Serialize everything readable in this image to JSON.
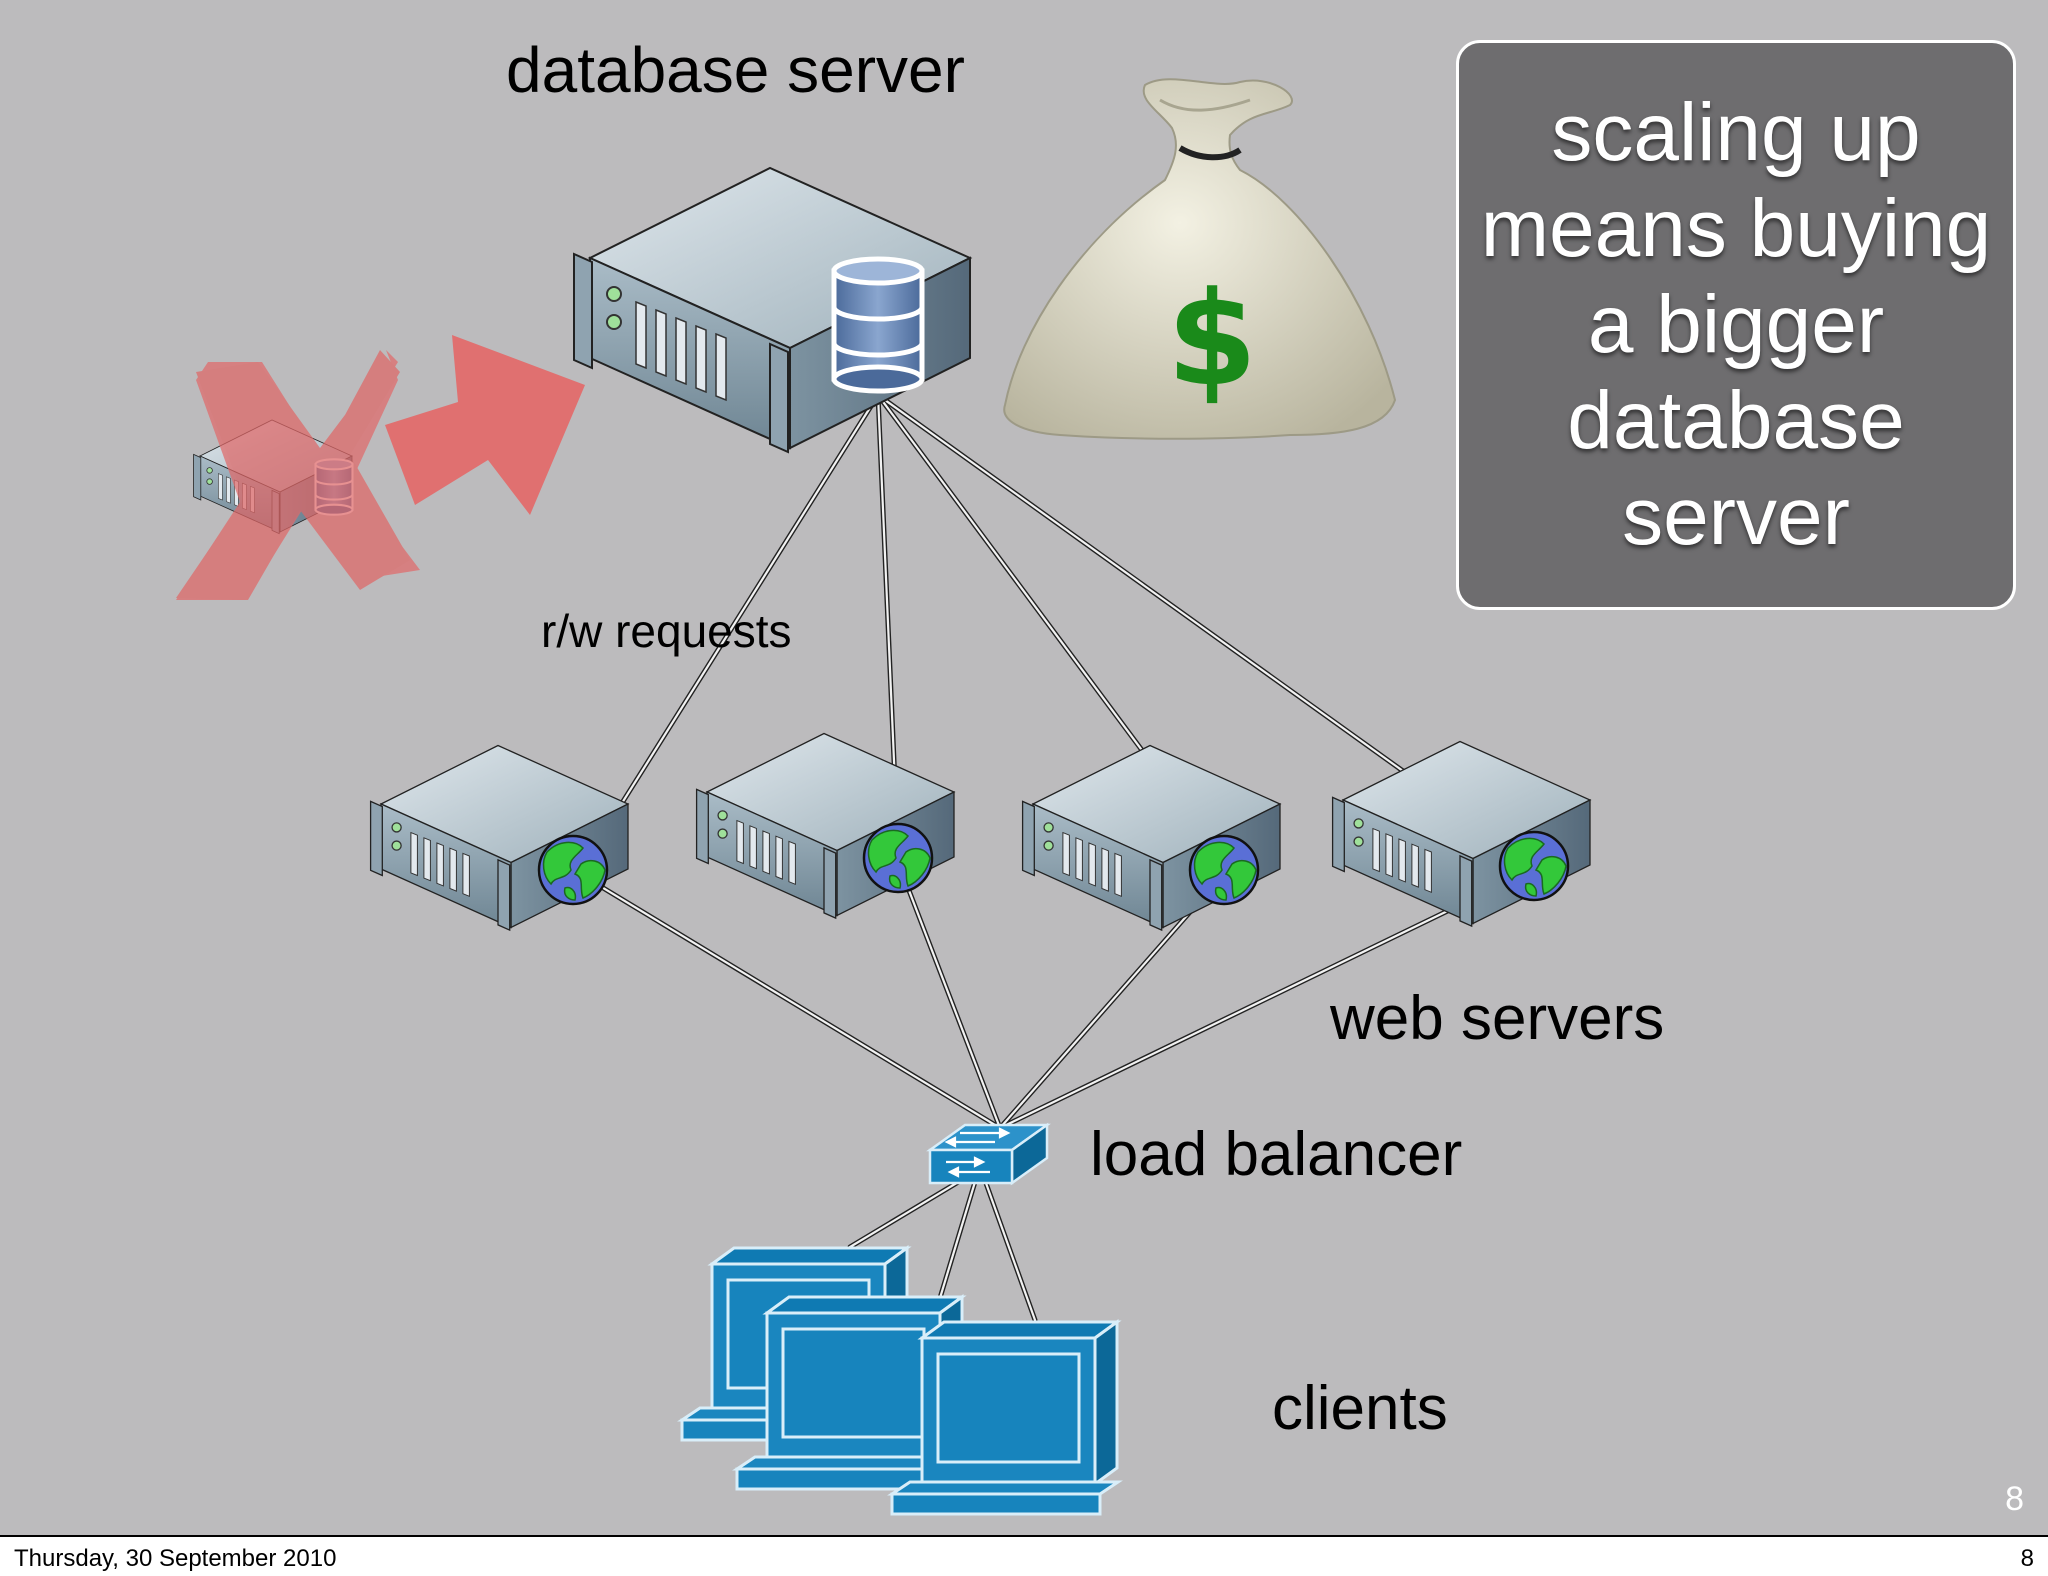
{
  "slide": {
    "labels": {
      "database_server": "database server",
      "rw_requests": "r/w requests",
      "web_servers": "web servers",
      "load_balancer": "load balancer",
      "clients": "clients"
    },
    "callout": "scaling up\nmeans buying\na bigger\ndatabase\nserver",
    "money_symbol": "$",
    "slide_number": "8"
  },
  "footer": {
    "date": "Thursday, 30 September 2010",
    "page": "8"
  },
  "colors": {
    "background": "#bcbbbd",
    "callout_fill": "#6e6d6f",
    "cross_and_arrow": "#e07070",
    "money_green": "#1a8a1a",
    "network_blue": "#1580b8"
  },
  "icons": [
    "small-database-server-icon",
    "cross-icon",
    "arrow-icon",
    "database-server-icon",
    "money-bag-icon",
    "web-server-icon",
    "globe-icon",
    "load-balancer-icon",
    "client-computer-icon"
  ]
}
